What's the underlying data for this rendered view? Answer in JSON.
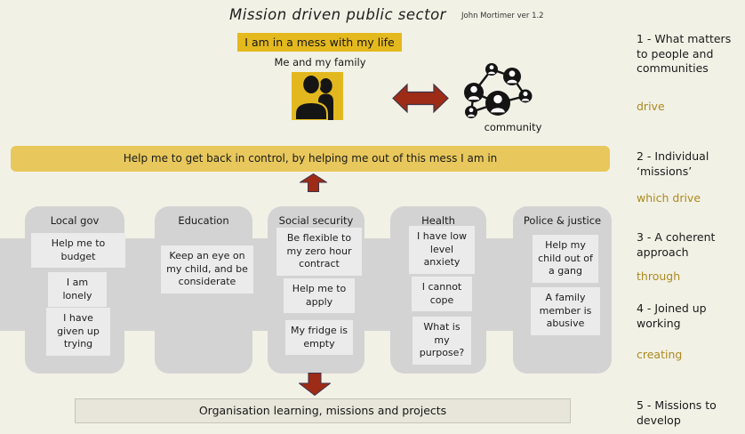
{
  "header": {
    "title": "Mission driven public sector",
    "author": "John Mortimer ver 1.2"
  },
  "actors": {
    "mess_label": "I am in a mess with my life",
    "family_label": "Me and my family",
    "community_label": "community"
  },
  "banner": "Help me to get back in control, by helping me out of this mess I am in",
  "columns": [
    {
      "header": "Local gov",
      "items": [
        "Help me to budget",
        "I am lonely",
        "I have given up trying"
      ]
    },
    {
      "header": "Education",
      "items": [
        "Keep an eye on my child, and be considerate"
      ]
    },
    {
      "header": "Social security",
      "items": [
        "Be flexible to my zero hour contract",
        "Help me to apply",
        "My fridge is empty"
      ]
    },
    {
      "header": "Health",
      "items": [
        "I have low level anxiety",
        "I cannot cope",
        "What is my purpose?"
      ]
    },
    {
      "header": "Police & justice",
      "items": [
        "Help my child out of a gang",
        "A family member is abusive"
      ]
    }
  ],
  "bottom_bar": "Organisation learning, missions and projects",
  "sidebar": {
    "items": [
      {
        "label": "1 - What matters to people and communities",
        "kind": "step"
      },
      {
        "label": "drive",
        "kind": "connector"
      },
      {
        "label": "2 - Individual ‘missions’",
        "kind": "step"
      },
      {
        "label": "which drive",
        "kind": "connector"
      },
      {
        "label": "3 - A coherent approach",
        "kind": "step"
      },
      {
        "label": "through",
        "kind": "connector"
      },
      {
        "label": "4 - Joined up working",
        "kind": "step"
      },
      {
        "label": "creating",
        "kind": "connector"
      },
      {
        "label": "5 - Missions to develop",
        "kind": "step"
      }
    ]
  },
  "icons": {
    "family": "two-people-icon",
    "community": "people-network-icon",
    "left_right": "double-headed-arrow-icon",
    "up": "up-arrow-icon",
    "down": "down-arrow-icon"
  },
  "colors": {
    "background": "#f2f1e6",
    "deep_yellow": "#e4b91e",
    "banner_yellow": "#e8c85c",
    "arrow_red": "#9e2b16",
    "column_gray": "#d3d3d3",
    "item_gray": "#ebebeb",
    "gold_text": "#ab8a20",
    "bottom_bar_bg": "#e8e6da"
  }
}
